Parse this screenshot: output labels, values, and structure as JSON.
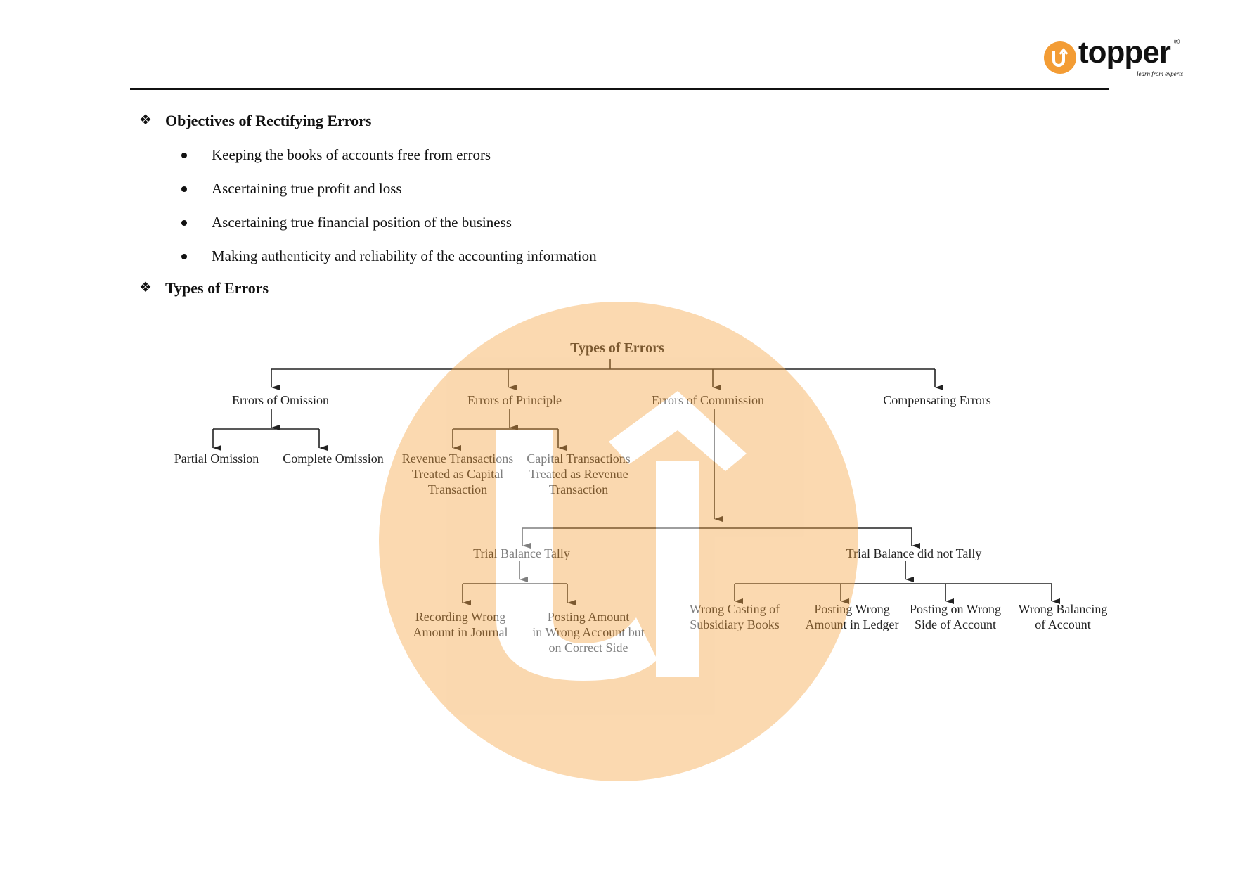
{
  "logo": {
    "brand": "topper",
    "tagline": "learn from experts",
    "mark": "U",
    "registered": "®",
    "accent": "#f39c34"
  },
  "sections": [
    {
      "heading": "Objectives of Rectifying Errors",
      "bullets": [
        "Keeping the books of accounts free from errors",
        "Ascertaining true profit and loss",
        "Ascertaining true financial position of the business",
        "Making authenticity and reliability of the accounting information"
      ]
    },
    {
      "heading": "Types of Errors"
    }
  ],
  "diagram": {
    "title": "Types of Errors",
    "level1": [
      "Errors of Omission",
      "Errors of Principle",
      "Errors of Commission",
      "Compensating Errors"
    ],
    "omission": [
      "Partial Omission",
      "Complete Omission"
    ],
    "principle": [
      [
        "Revenue Transactions",
        "Treated as Capital",
        "Transaction"
      ],
      [
        "Capital Transactions",
        "Treated as Revenue",
        "Transaction"
      ]
    ],
    "commission": [
      "Trial Balance Tally",
      "Trial Balance did not Tally"
    ],
    "tally": [
      [
        "Recording Wrong",
        "Amount in Journal"
      ],
      [
        "Posting Amount",
        "in Wrong Account but",
        "on Correct Side"
      ]
    ],
    "not_tally": [
      [
        "Wrong Casting of",
        "Subsidiary Books"
      ],
      [
        "Posting Wrong",
        "Amount in Ledger"
      ],
      [
        "Posting on Wrong",
        "Side of Account"
      ],
      [
        "Wrong Balancing",
        "of Account"
      ]
    ]
  },
  "watermark_color": "#f5a442"
}
